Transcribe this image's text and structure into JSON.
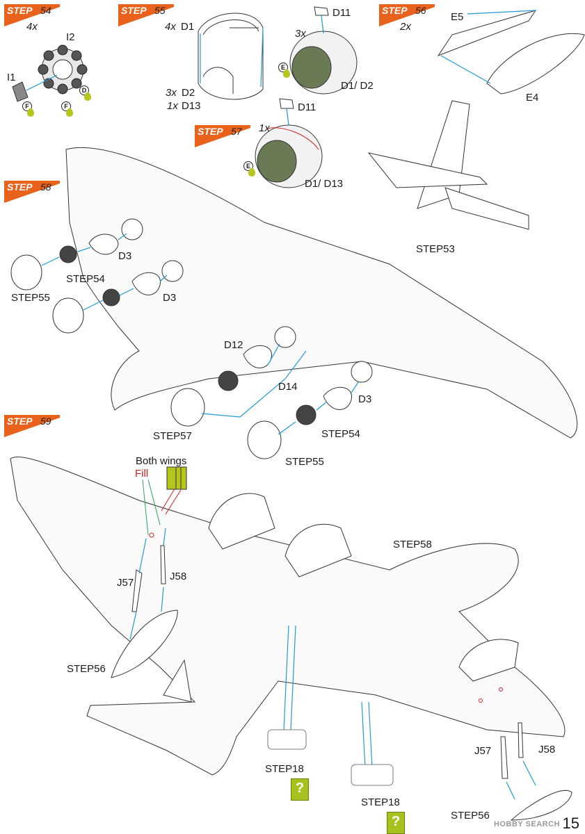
{
  "steps": {
    "s54": {
      "word": "STEP",
      "num": "54",
      "qty": "4x"
    },
    "s55": {
      "word": "STEP",
      "num": "55"
    },
    "s56": {
      "word": "STEP",
      "num": "56",
      "qty": "2x"
    },
    "s57": {
      "word": "STEP",
      "num": "57"
    },
    "s58": {
      "word": "STEP",
      "num": "58"
    },
    "s59": {
      "word": "STEP",
      "num": "59"
    }
  },
  "parts": {
    "i1": "I1",
    "i2": "I2",
    "d1": "D1",
    "d1_qty": "4x",
    "d2": "D2",
    "d2_qty": "3x",
    "d13": "D13",
    "d13_qty": "1x",
    "d11_a": "D11",
    "d11_a_qty": "3x",
    "d1_d2": "D1/ D2",
    "d11_b": "D11",
    "d11_b_qty": "1x",
    "d1_d13": "D1/ D13",
    "e5": "E5",
    "e4": "E4",
    "d3_a": "D3",
    "d3_b": "D3",
    "d3_c": "D3",
    "d12": "D12",
    "d14": "D14",
    "j57_a": "J57",
    "j58_a": "J58",
    "j57_b": "J57",
    "j58_b": "J58"
  },
  "refs": {
    "step53": "STEP53",
    "step54_a": "STEP54",
    "step55_a": "STEP55",
    "step57": "STEP57",
    "step54_b": "STEP54",
    "step55_b": "STEP55",
    "step58": "STEP58",
    "step56_a": "STEP56",
    "step56_b": "STEP56",
    "step18_a": "STEP18",
    "step18_b": "STEP18"
  },
  "paint_codes": {
    "f1": "F",
    "f2": "F",
    "d": "D",
    "e1": "E",
    "e2": "E"
  },
  "notes": {
    "both_wings": "Both wings",
    "fill": "Fill",
    "question": "?"
  },
  "page_number": "15",
  "watermark": "HOBBY SEARCH",
  "colors": {
    "step_flag": "#e8621b",
    "paint_drop": "#b7c61c",
    "arrow": "#1f9bd7",
    "fill_red": "#d21e1e"
  }
}
